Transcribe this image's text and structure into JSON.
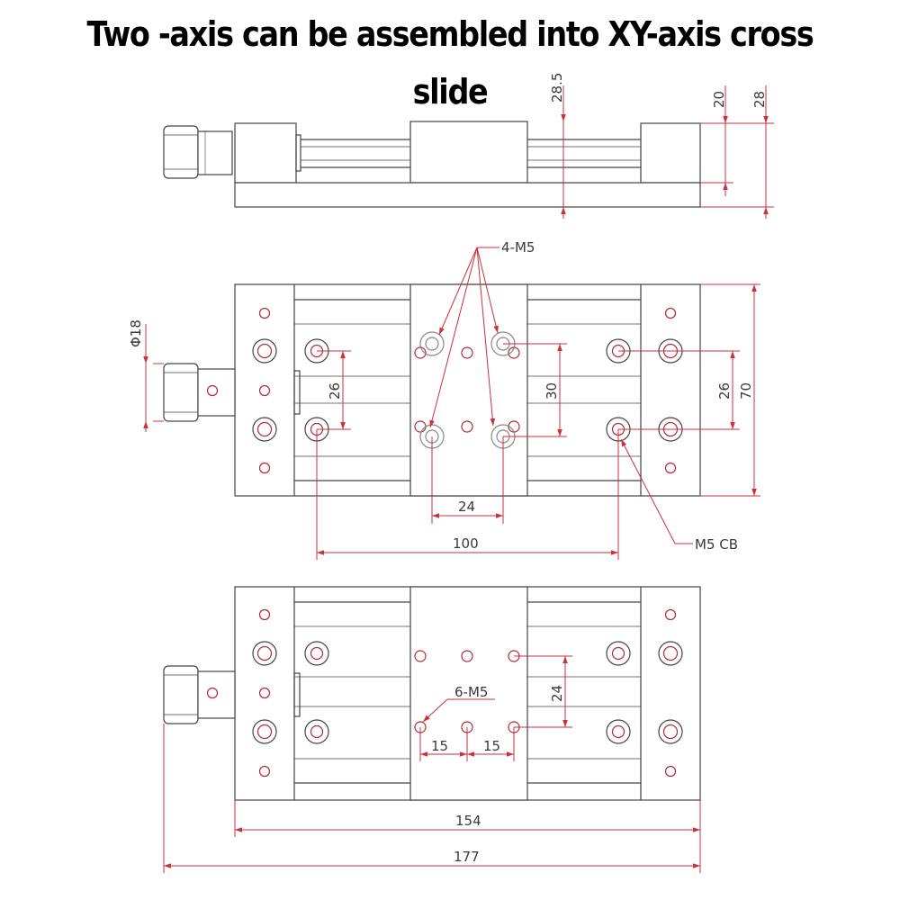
{
  "title": "Two -axis can be assembled into XY-axis cross slide",
  "colors": {
    "outline": "#444444",
    "dimension": "#c8323c",
    "hole": "#b22a35",
    "text": "#3a3a3a"
  },
  "side_view": {
    "dims": {
      "height_top": "28.5",
      "height_mid": "20",
      "height_total": "28"
    }
  },
  "top_view": {
    "callout_holes": "4-M5",
    "callout_cb": "M5 CB",
    "dims": {
      "diameter": "Φ18",
      "hole_spacing_left": "26",
      "hole_spacing_center": "30",
      "hole_spacing_right": "26",
      "width_total": "70",
      "center_pitch": "24",
      "cb_pitch": "100"
    }
  },
  "bottom_view": {
    "callout_holes": "6-M5",
    "dims": {
      "vertical_pitch": "24",
      "pitch_left": "15",
      "pitch_right": "15",
      "base_length": "154",
      "total_length": "177"
    }
  }
}
